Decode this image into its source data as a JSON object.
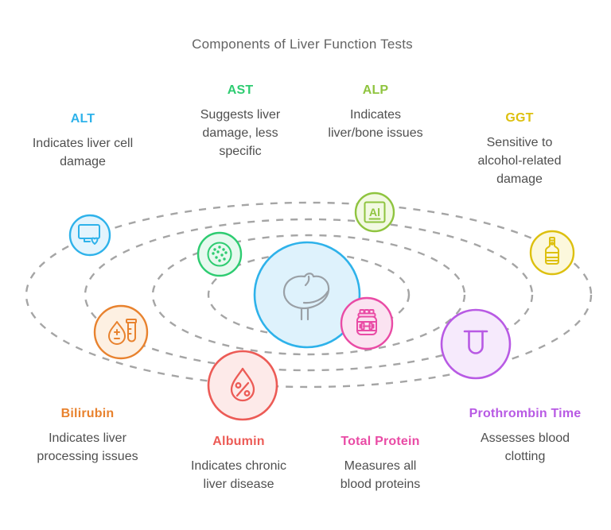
{
  "title": "Components of Liver Function Tests",
  "style": {
    "orbit_color": "#a5a5a5",
    "title_color": "#636363",
    "description_color": "#4f4f4f",
    "liver_icon_color": "#9aa0a6"
  },
  "center": {
    "icon": "liver-icon",
    "color": "#2eb2ea",
    "fill": "#def2fc"
  },
  "tests": [
    {
      "name": "ALT",
      "color": "#2eb2ea",
      "fill": "#e3f4fd",
      "description": "Indicates liver cell damage",
      "lines": [
        "Indicates liver cell",
        "damage"
      ],
      "icon": "monitor-heart-icon"
    },
    {
      "name": "AST",
      "color": "#2ecc71",
      "fill": "#e7f9ef",
      "description": "Suggests liver damage, less specific",
      "lines": [
        "Suggests liver",
        "damage, less",
        "specific"
      ],
      "icon": "petri-dish-icon"
    },
    {
      "name": "ALP",
      "color": "#8fc43f",
      "fill": "#f2f9e2",
      "description": "Indicates liver/bone issues",
      "lines": [
        "Indicates",
        "liver/bone issues"
      ],
      "icon": "element-al-icon"
    },
    {
      "name": "GGT",
      "color": "#ddc00f",
      "fill": "#fcf8dc",
      "description": "Sensitive to alcohol-related damage",
      "lines": [
        "Sensitive to",
        "alcohol-related",
        "damage"
      ],
      "icon": "alcohol-bottle-icon"
    },
    {
      "name": "Bilirubin",
      "color": "#e8822e",
      "fill": "#fdf0e2",
      "description": "Indicates liver processing issues",
      "lines": [
        "Indicates liver",
        "processing issues"
      ],
      "icon": "blood-drop-test-tube-icon"
    },
    {
      "name": "Albumin",
      "color": "#ec5b56",
      "fill": "#fdeae9",
      "description": "Indicates chronic liver disease",
      "lines": [
        "Indicates chronic",
        "liver disease"
      ],
      "icon": "drop-percent-icon"
    },
    {
      "name": "Total Protein",
      "color": "#e94ba5",
      "fill": "#fbe3f1",
      "description": "Measures all blood proteins",
      "lines": [
        "Measures all",
        "blood proteins"
      ],
      "icon": "protein-jar-icon"
    },
    {
      "name": "Prothrombin Time",
      "color": "#b85ae4",
      "fill": "#f6eafc",
      "description": "Assesses blood clotting",
      "lines": [
        "Assesses blood",
        "clotting"
      ],
      "icon": "test-tube-icon"
    }
  ]
}
